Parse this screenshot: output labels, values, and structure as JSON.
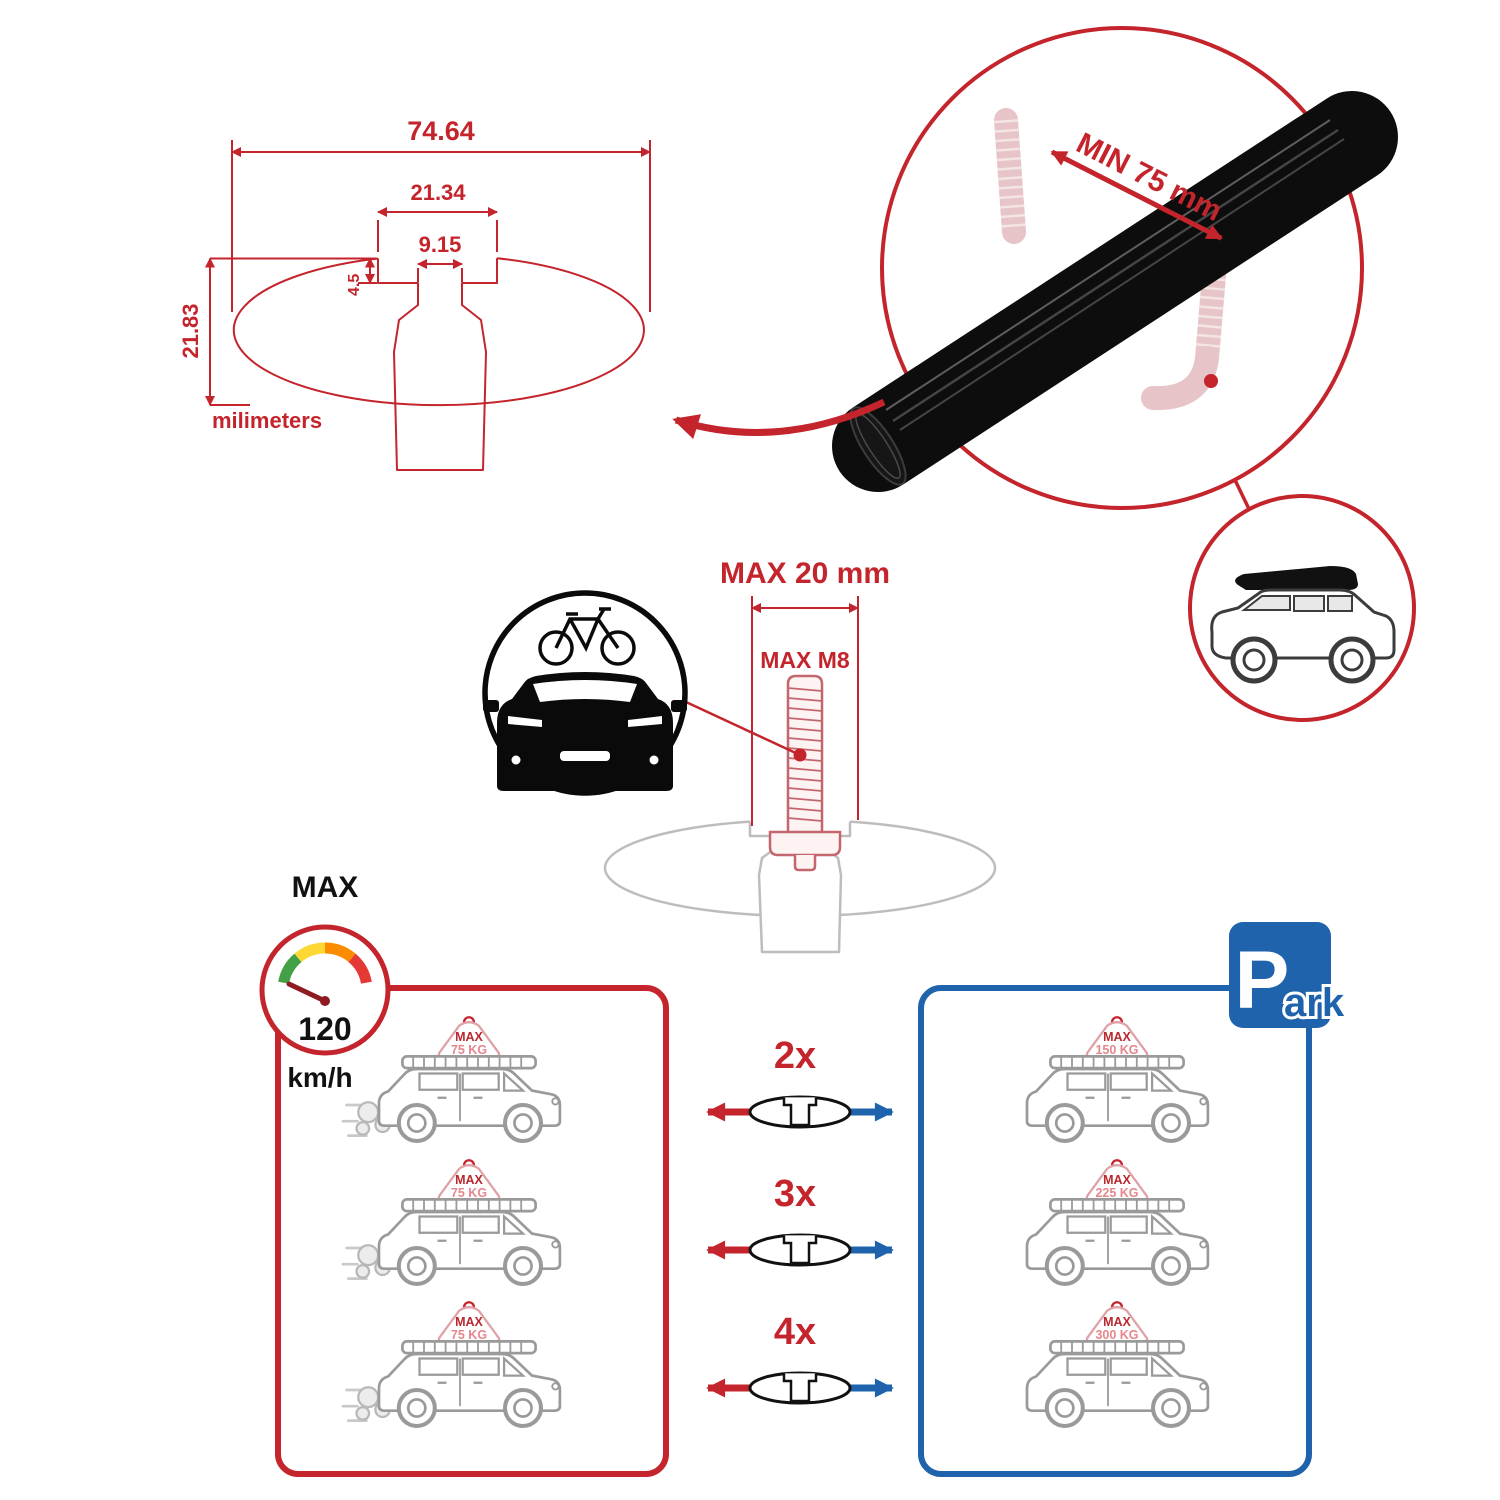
{
  "colors": {
    "red": "#c4242b",
    "blue": "#1e63ac",
    "pink": "#e4878d",
    "bolt_pink": "#c4666d",
    "profile_gray": "#bdbdbd",
    "car_gray": "#9a9a9a",
    "black": "#111111"
  },
  "dimension_diagram": {
    "width_total": "74.64",
    "slot_outer": "21.34",
    "slot_inner": "9.15",
    "lip_depth": "4.5",
    "height_total": "21.83",
    "unit_label": "milimeters"
  },
  "bar_detail": {
    "min_span_label": "MIN 75 mm"
  },
  "bolt_diagram": {
    "max_width_label": "MAX 20 mm",
    "max_thread_label": "MAX M8"
  },
  "speed_limit": {
    "max_label": "MAX",
    "value": "120",
    "unit": "km/h"
  },
  "park_sign": {
    "letter": "P",
    "suffix": "ark"
  },
  "load_comparison": {
    "bar_counts": [
      "2x",
      "3x",
      "4x"
    ],
    "cargo_max_label": "MAX",
    "driving_values": [
      "75 KG",
      "75 KG",
      "75 KG"
    ],
    "parked_values": [
      "150 KG",
      "225 KG",
      "300 KG"
    ]
  }
}
